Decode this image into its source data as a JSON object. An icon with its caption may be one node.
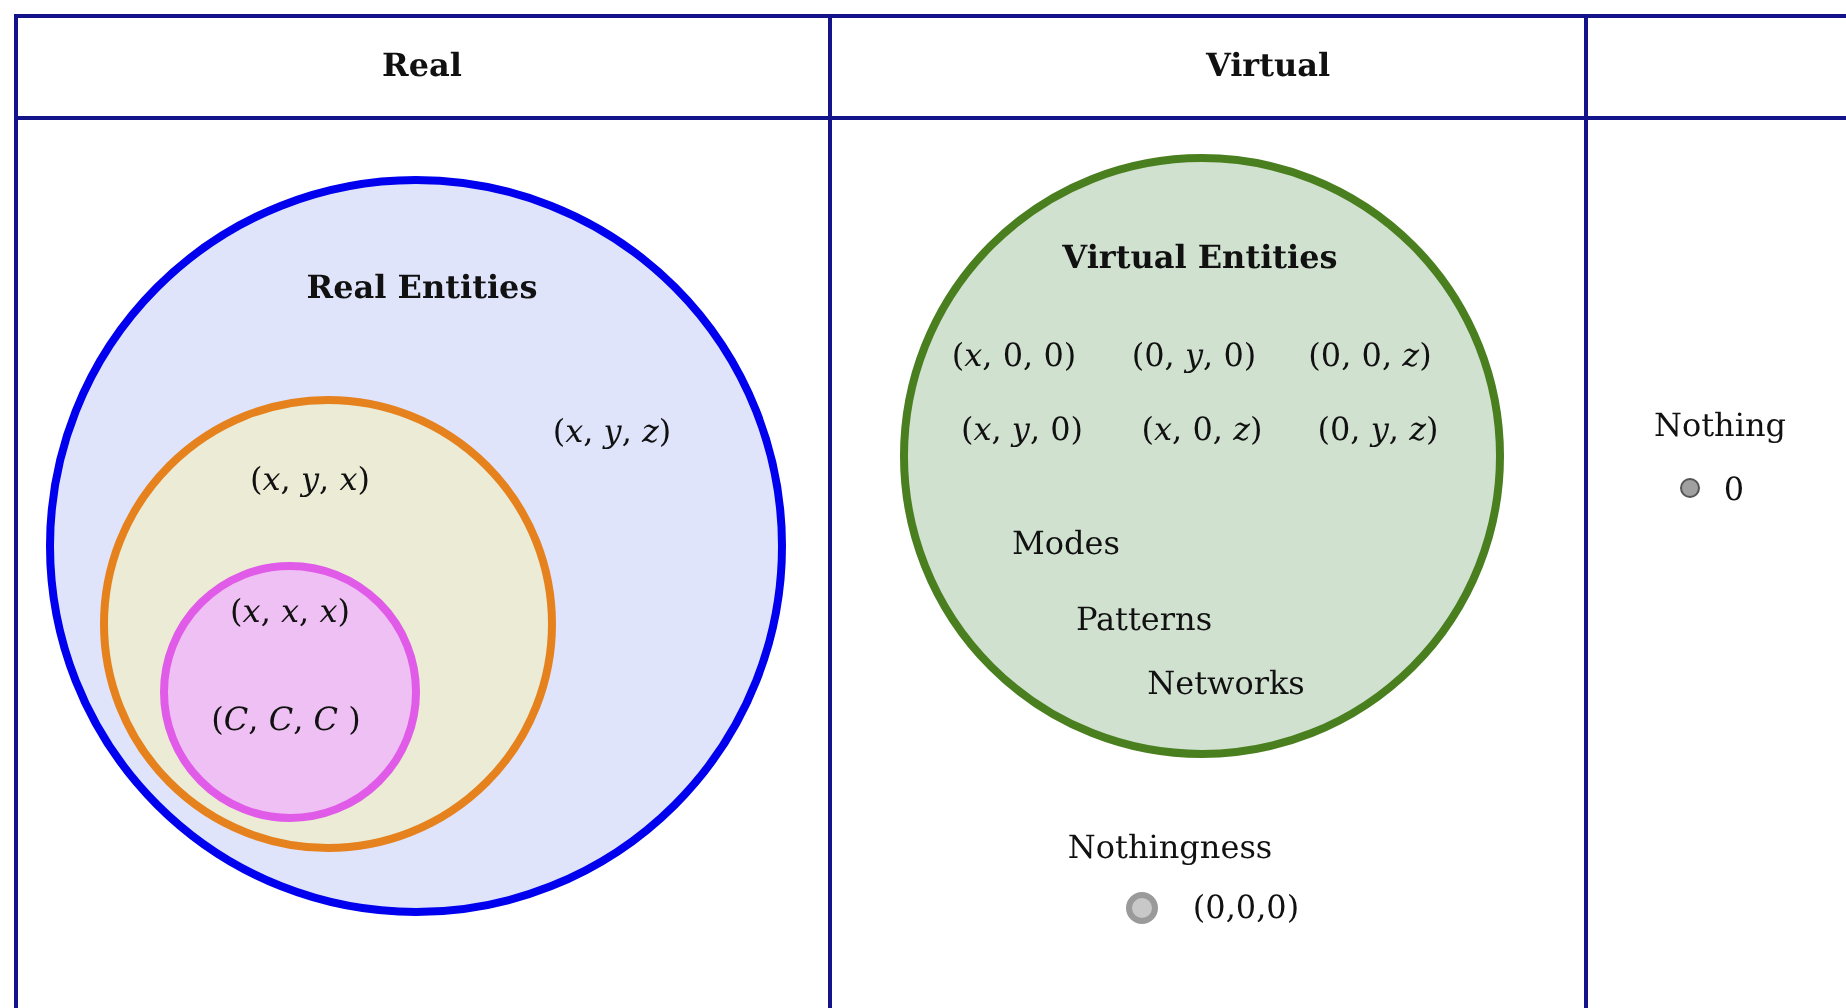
{
  "diagram": {
    "nodes": [
      {
        "text": [
          "Real Entities",
          "(*x*, *y*, *z*)"
        ]
      },
      {
        "text": [
          "(*x*, *y*, *x*)"
        ],
        "in": 0
      },
      {
        "text": [
          "(*x*, *x*, *x*)",
          "(*C*, *C*, *C* )"
        ],
        "in": 1
      },
      {
        "text": [
          "Virtual Entities",
          "(*x*, 0, 0)",
          "(0, *y*, 0)",
          "(0, 0, *z*)",
          "(*x*, *y*, 0)",
          "(*x*, 0, *z*)",
          "(0, *y*, *z*)",
          "Modes",
          "Patterns",
          "Networks"
        ]
      },
      {
        "text": [],
        "shape": "circle",
        "beside": [
          "Nothingness",
          "(0,0,0)"
        ]
      },
      {
        "text": [],
        "shape": "circle",
        "beside": [
          "Nothing",
          "0"
        ]
      }
    ],
    "labels": [
      "Real",
      "Virtual"
    ]
  }
}
